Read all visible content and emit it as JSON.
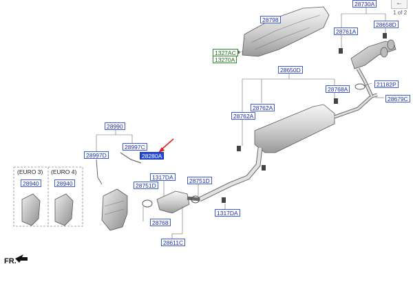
{
  "page": {
    "indicator": "1 of 2",
    "back_icon": "arrow-left-icon",
    "fr_label": "FR."
  },
  "euro_groups": [
    "(EURO 3)",
    "(EURO 4)"
  ],
  "labels": {
    "p28798": "28798",
    "p1327AC": "1327AC",
    "p13270A": "13270A",
    "p28730A": "28730A",
    "p28761A": "28761A",
    "p28658D": "28658D",
    "p28650D": "28650D",
    "p28768A_r": "28768A",
    "p21182P": "21182P",
    "p28679C": "28679C",
    "p28762A_a": "28762A",
    "p28762A_b": "28762A",
    "p28990": "28990",
    "p28997D": "28997D",
    "p28997C": "28997C",
    "p28280A": "28280A",
    "p28940_a": "28940",
    "p28940_b": "28940",
    "p1317DA_a": "1317DA",
    "p28751D_a": "28751D",
    "p28751D_b": "28751D",
    "p28768_l": "28768",
    "p28611C": "28611C",
    "p1317DA_b": "1317DA"
  },
  "colors": {
    "label_border": "#3b5bd6",
    "label_text": "#1d2fa8",
    "selected_bg": "#2348d8",
    "green_border": "#2b8a2b",
    "arrow": "#e02020"
  }
}
